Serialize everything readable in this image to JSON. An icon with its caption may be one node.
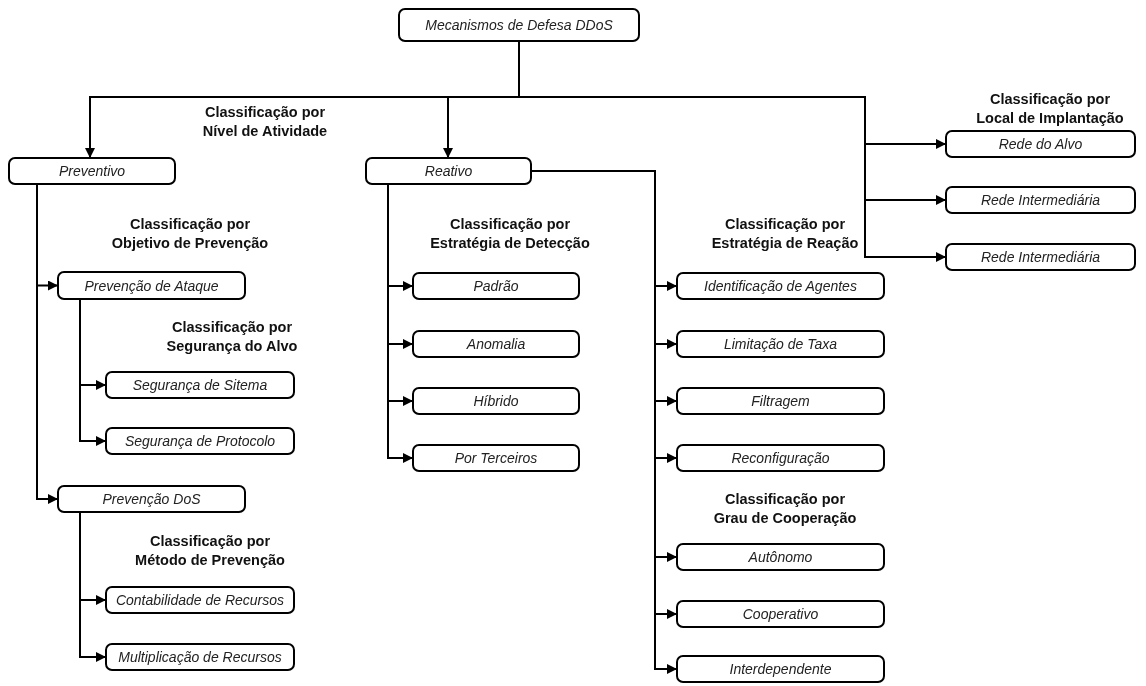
{
  "diagram": {
    "nodes": [
      {
        "text": [
          "Mecanismos de Defesa DDoS"
        ]
      },
      {
        "text": [
          "Preventivo"
        ]
      },
      {
        "text": [
          "Reativo"
        ]
      },
      {
        "text": [
          "Rede do Alvo"
        ]
      },
      {
        "text": [
          "Rede Intermediária"
        ]
      },
      {
        "text": [
          "Rede Intermediária"
        ]
      },
      {
        "text": [
          "Prevenção de Ataque"
        ]
      },
      {
        "text": [
          "Segurança de Sitema"
        ]
      },
      {
        "text": [
          "Segurança de Protocolo"
        ]
      },
      {
        "text": [
          "Prevenção DoS"
        ]
      },
      {
        "text": [
          "Contabilidade de Recursos"
        ]
      },
      {
        "text": [
          "Multiplicação de Recursos"
        ]
      },
      {
        "text": [
          "Padrão"
        ]
      },
      {
        "text": [
          "Anomalia"
        ]
      },
      {
        "text": [
          "Híbrido"
        ]
      },
      {
        "text": [
          "Por Terceiros"
        ]
      },
      {
        "text": [
          "Identificação de Agentes"
        ]
      },
      {
        "text": [
          "Limitação de Taxa"
        ]
      },
      {
        "text": [
          "Filtragem"
        ]
      },
      {
        "text": [
          "Reconfiguração"
        ]
      },
      {
        "text": [
          "Autônomo"
        ]
      },
      {
        "text": [
          "Cooperativo"
        ]
      },
      {
        "text": [
          "Interdependente"
        ]
      }
    ],
    "edges": [
      {
        "from": 0,
        "to": 1,
        "arrow": "to"
      },
      {
        "from": 0,
        "to": 2,
        "arrow": "to"
      },
      {
        "from": 0,
        "to": 3,
        "arrow": "to"
      },
      {
        "from": 0,
        "to": 4,
        "arrow": "to"
      },
      {
        "from": 0,
        "to": 5,
        "arrow": "to"
      },
      {
        "from": 1,
        "to": 6,
        "arrow": "to"
      },
      {
        "from": 1,
        "to": 9,
        "arrow": "to"
      },
      {
        "from": 6,
        "to": 7,
        "arrow": "to"
      },
      {
        "from": 6,
        "to": 8,
        "arrow": "to"
      },
      {
        "from": 9,
        "to": 10,
        "arrow": "to"
      },
      {
        "from": 9,
        "to": 11,
        "arrow": "to"
      },
      {
        "from": 2,
        "to": 12,
        "arrow": "to"
      },
      {
        "from": 2,
        "to": 13,
        "arrow": "to"
      },
      {
        "from": 2,
        "to": 14,
        "arrow": "to"
      },
      {
        "from": 2,
        "to": 15,
        "arrow": "to"
      },
      {
        "from": 2,
        "to": 16,
        "arrow": "to"
      },
      {
        "from": 2,
        "to": 17,
        "arrow": "to"
      },
      {
        "from": 2,
        "to": 18,
        "arrow": "to"
      },
      {
        "from": 2,
        "to": 19,
        "arrow": "to"
      },
      {
        "from": 2,
        "to": 20,
        "arrow": "to"
      },
      {
        "from": 2,
        "to": 21,
        "arrow": "to"
      },
      {
        "from": 2,
        "to": 22,
        "arrow": "to"
      }
    ],
    "labels": [
      "Classificação por Nível de Atividade",
      "Classificação por Local de Implantação",
      "Classificação por Objetivo de Prevenção",
      "Classificação por Estratégia de Detecção",
      "Classificação por Estratégia de Reação",
      "Classificação por Segurança do Alvo",
      "Classificação por Grau de Cooperação",
      "Classificação por Método de Prevenção"
    ]
  }
}
